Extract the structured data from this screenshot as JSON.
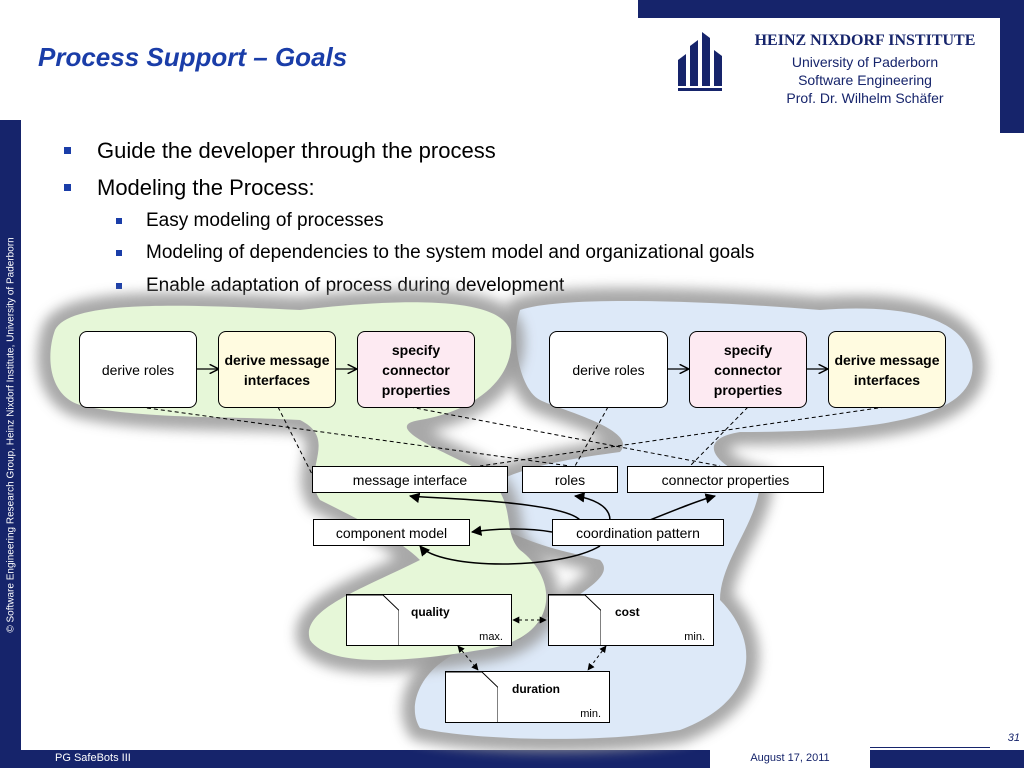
{
  "header": {
    "title": "Process Support – Goals",
    "institute": "HEINZ NIXDORF INSTITUTE",
    "lines": [
      "University of Paderborn",
      "Software Engineering",
      "Prof. Dr. Wilhelm Schäfer"
    ]
  },
  "side_text": "© Software Engineering Research Group, Heinz Nixdorf Institute, University of Paderborn",
  "bullets": [
    {
      "text": "Guide the developer through the process",
      "level": 1
    },
    {
      "text": "Modeling the Process:",
      "level": 1
    },
    {
      "text": "Easy modeling of processes",
      "level": 2
    },
    {
      "text": "Modeling of dependencies to the system model and organizational goals",
      "level": 2
    },
    {
      "text": "Enable adaptation of process during development",
      "level": 2
    }
  ],
  "diagram": {
    "left_process": [
      {
        "label": "derive roles",
        "style": "plain"
      },
      {
        "label": "derive message interfaces",
        "style": "yellow"
      },
      {
        "label": "specify connector properties",
        "style": "pink"
      }
    ],
    "right_process": [
      {
        "label": "derive roles",
        "style": "plain"
      },
      {
        "label": "specify connector properties",
        "style": "pink"
      },
      {
        "label": "derive message interfaces",
        "style": "yellow"
      }
    ],
    "artifacts": {
      "message_interface": "message interface",
      "roles": "roles",
      "connector_properties": "connector properties",
      "component_model": "component model",
      "coordination_pattern": "coordination pattern"
    },
    "goals": [
      {
        "name": "quality",
        "optimization": "max."
      },
      {
        "name": "cost",
        "optimization": "min."
      },
      {
        "name": "duration",
        "optimization": "min."
      }
    ],
    "colors": {
      "left_region": "#e6f7d8",
      "right_region": "#dde9f8",
      "halo": "#9a9a9a"
    }
  },
  "footer": {
    "left": "PG SafeBots III",
    "date": "August 17, 2011",
    "page": "31"
  },
  "colors": {
    "brand": "#16246b",
    "title": "#1a3da8"
  }
}
